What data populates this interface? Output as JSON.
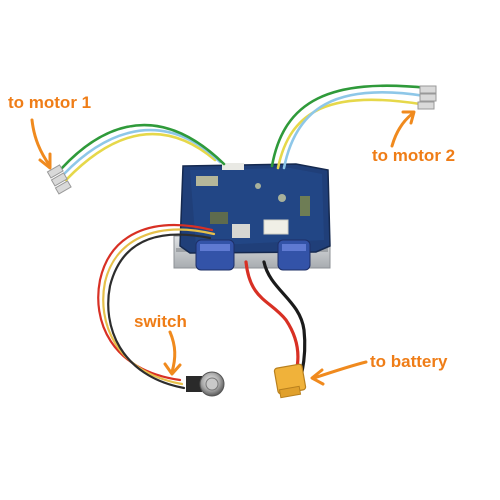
{
  "labels": {
    "motor1": "to motor 1",
    "motor2": "to motor 2",
    "switch": "switch",
    "battery": "to battery"
  },
  "colors": {
    "label": "#ef7d17",
    "arrow": "#f08a1e",
    "pcb": "#1f3f7a",
    "heatsink": "#c7cacc",
    "wire_yellow": "#e6d84a",
    "wire_blue": "#8ec7e8",
    "wire_green": "#2f9a3a",
    "wire_red": "#d83024",
    "wire_black": "#1b1b1b",
    "connector": "#f0b23a"
  },
  "icons": {
    "arrow": "curved-arrow-icon",
    "connector": "xt60-connector-icon",
    "switch": "push-button-switch-icon"
  }
}
